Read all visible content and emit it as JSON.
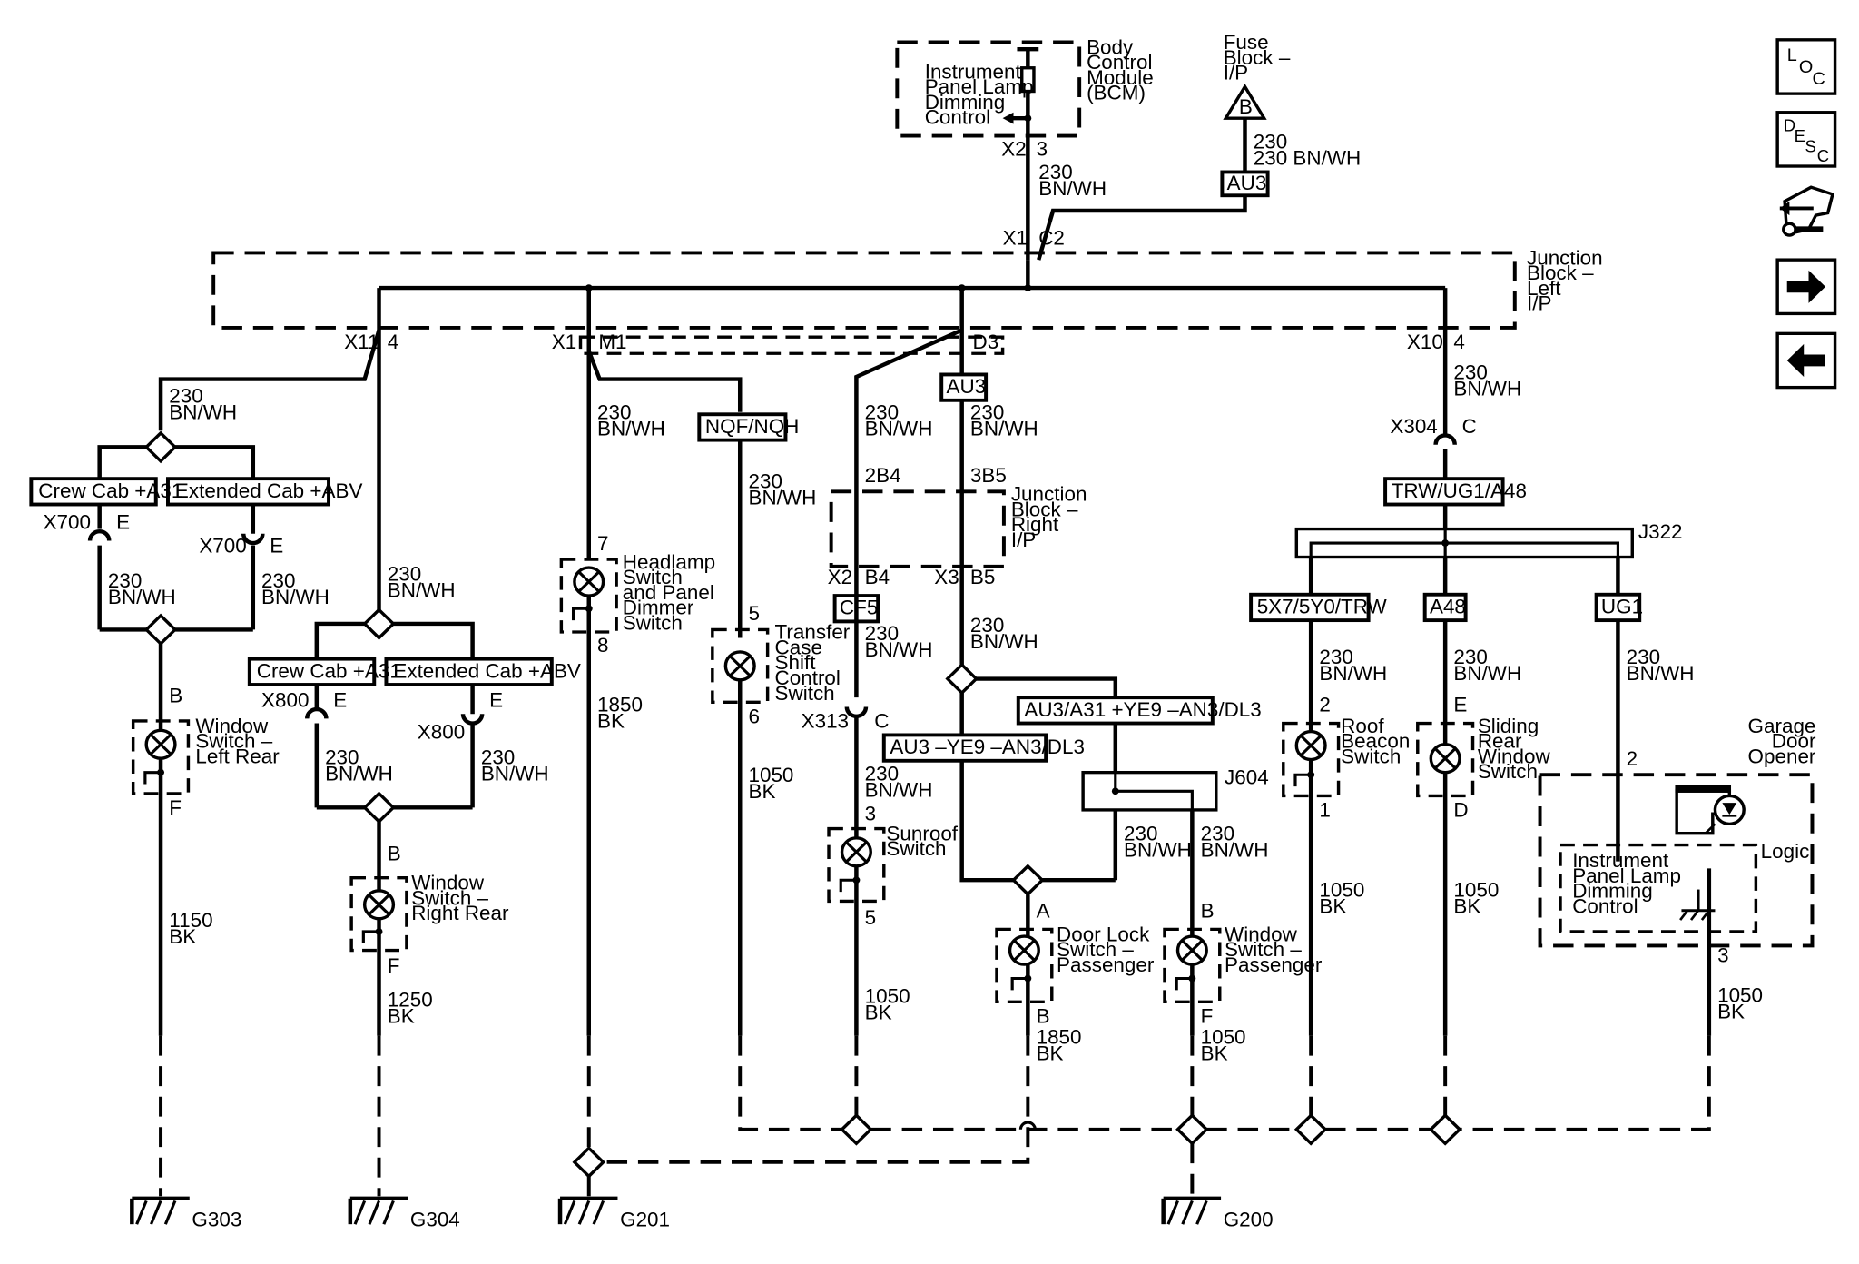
{
  "modules": {
    "bcm": {
      "name": "Body Control Module (BCM)",
      "inner": "Instrument Panel Lamp Dimming Control",
      "conn": "X2",
      "pin": "3"
    },
    "fuse": {
      "name": "Fuse Block – I/P",
      "mark": "B",
      "circuit": "230 BN/WH",
      "box": "AU3"
    },
    "jbl": {
      "name": "Junction Block – Left I/P",
      "top_conn": "X1",
      "top_pin": "C2",
      "conn_x11": "X11",
      "pin_4a": "4",
      "conn_x1": "X1",
      "pin_m1": "M1",
      "pin_d3": "D3",
      "conn_x10": "X10",
      "pin_4b": "4"
    },
    "jbr": {
      "name": "Junction Block – Right I/P",
      "pin_2b4": "2B4",
      "pin_3b5": "3B5",
      "conn_x2": "X2",
      "pin_b4": "B4",
      "conn_x3": "X3",
      "pin_b5": "B5"
    },
    "garage": {
      "name": "Garage Door Opener",
      "inner": "Instrument Panel Lamp Dimming Control",
      "logic": "Logic",
      "pin2": "2",
      "pin3": "3"
    }
  },
  "connectors": {
    "x700a": {
      "id": "X700",
      "pin": "E"
    },
    "x700b": {
      "id": "X700",
      "pin": "E"
    },
    "x800a": {
      "id": "X800",
      "pin": "E"
    },
    "x800b": {
      "id": "X800",
      "pin": "E"
    },
    "x313": {
      "id": "X313",
      "pin": "C"
    },
    "x304": {
      "id": "X304",
      "pin": "C"
    },
    "j322": "J322",
    "j604": "J604"
  },
  "options": {
    "crew1": "Crew Cab +A31",
    "ext1": "Extended Cab +ABV",
    "crew2": "Crew Cab +A31",
    "ext2": "Extended Cab +ABV",
    "nqf": "NQF/NQH",
    "au3": "AU3",
    "cf5": "CF5",
    "au3_minus": "AU3 –YE9 –AN3/DL3",
    "au3_plus": "AU3/A31 +YE9 –AN3/DL3",
    "trw": "TRW/UG1/A48",
    "trw5x7": "5X7/5Y0/TRW",
    "a48": "A48",
    "ug1": "UG1"
  },
  "wires": {
    "w_bcm": [
      "230",
      "BN/WH"
    ],
    "w_x11": [
      "230",
      "BN/WH"
    ],
    "w_x700a": [
      "230",
      "BN/WH"
    ],
    "w_x700b": [
      "230",
      "BN/WH"
    ],
    "w_lr_gnd": [
      "1150",
      "BK"
    ],
    "w_mid2": [
      "230",
      "BN/WH"
    ],
    "w_x800a": [
      "230",
      "BN/WH"
    ],
    "w_x800b": [
      "230",
      "BN/WH"
    ],
    "w_rr_gnd": [
      "1250",
      "BK"
    ],
    "w_m1": [
      "230",
      "BN/WH"
    ],
    "w_hl_gnd": [
      "1850",
      "BK"
    ],
    "w_nqf": [
      "230",
      "BN/WH"
    ],
    "w_tc_gnd": [
      "1050",
      "BK"
    ],
    "w_2b4": [
      "230",
      "BN/WH"
    ],
    "w_3b5": [
      "230",
      "BN/WH"
    ],
    "w_cf5": [
      "230",
      "BN/WH"
    ],
    "w_b5": [
      "230",
      "BN/WH"
    ],
    "w_x313": [
      "230",
      "BN/WH"
    ],
    "w_sr_gnd": [
      "1050",
      "BK"
    ],
    "w_j604a": [
      "230",
      "BN/WH"
    ],
    "w_j604b": [
      "230",
      "BN/WH"
    ],
    "w_dl_gnd": [
      "1850",
      "BK"
    ],
    "w_wp_gnd": [
      "1050",
      "BK"
    ],
    "w_x10": [
      "230",
      "BN/WH"
    ],
    "w_roof": [
      "230",
      "BN/WH"
    ],
    "w_slide": [
      "230",
      "BN/WH"
    ],
    "w_ug1": [
      "230",
      "BN/WH"
    ],
    "w_rb_gnd": [
      "1050",
      "BK"
    ],
    "w_sl_gnd": [
      "1050",
      "BK"
    ],
    "w_gd_gnd": [
      "1050",
      "BK"
    ]
  },
  "switches": {
    "lr": {
      "name": "Window Switch – Left Rear",
      "pin_top": "B",
      "pin_bot": "F"
    },
    "rr": {
      "name": "Window Switch – Right Rear",
      "pin_top": "B",
      "pin_bot": "F"
    },
    "hl": {
      "name": "Headlamp Switch and Panel Dimmer Switch",
      "pin_top": "7",
      "pin_bot": "8"
    },
    "tc": {
      "name": "Transfer Case Shift Control Switch",
      "pin_top": "5",
      "pin_bot": "6"
    },
    "sr": {
      "name": "Sunroof Switch",
      "pin_top": "3",
      "pin_bot": "5"
    },
    "dl": {
      "name": "Door Lock Switch – Passenger",
      "pin_top": "A",
      "pin_bot": "B"
    },
    "wp": {
      "name": "Window Switch – Passenger",
      "pin_top": "B",
      "pin_bot": "F"
    },
    "rb": {
      "name": "Roof Beacon Switch",
      "pin_top": "2",
      "pin_bot": "1"
    },
    "sl": {
      "name": "Sliding Rear Window Switch",
      "pin_top": "E",
      "pin_bot": "D"
    }
  },
  "grounds": {
    "g303": "G303",
    "g304": "G304",
    "g201": "G201",
    "g200": "G200"
  },
  "nav": {
    "loc": {
      "letters": [
        "L",
        "O",
        "C"
      ],
      "icon": "loc-icon"
    },
    "desc": {
      "letters": [
        "D",
        "E",
        "S",
        "C"
      ],
      "icon": "desc-icon"
    },
    "connector_icon": "connector-end-view-icon",
    "next_icon": "arrow-right-icon",
    "prev_icon": "arrow-left-icon"
  }
}
